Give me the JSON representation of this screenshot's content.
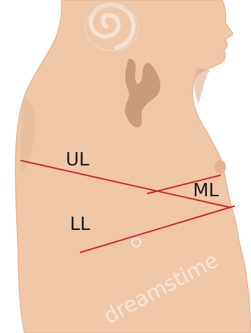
{
  "diagram": {
    "labels": {
      "upper_lobe": "UL",
      "middle_lobe": "ML",
      "lower_lobe": "LL"
    },
    "watermark": "dreamstime",
    "colors": {
      "skin": "#f0c8a8",
      "skin_shadow": "#c99a7c",
      "skin_outline": "#d9ac8e",
      "fissure_lines": "#d0202a",
      "background": "#ffffff"
    }
  }
}
